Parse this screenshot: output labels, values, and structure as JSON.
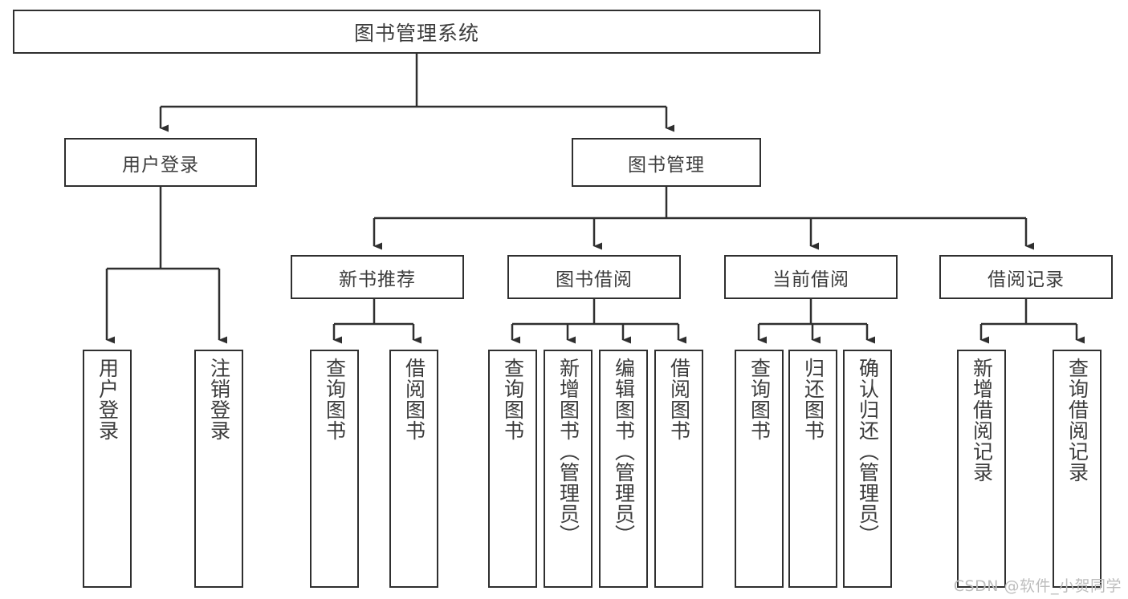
{
  "diagram": {
    "type": "tree",
    "title": "图书管理系统",
    "orientation": "top-down",
    "colors": {
      "stroke": "#2f2f2f",
      "fill": "#ffffff",
      "text": "#3c3c3c",
      "watermark": "#bdbdbd"
    },
    "root": {
      "label": "图书管理系统"
    },
    "level2": [
      {
        "id": "user-login",
        "label": "用户登录"
      },
      {
        "id": "book-management",
        "label": "图书管理"
      }
    ],
    "level3": [
      {
        "id": "new-book-recommend",
        "label": "新书推荐",
        "parent": "book-management"
      },
      {
        "id": "book-borrow",
        "label": "图书借阅",
        "parent": "book-management"
      },
      {
        "id": "current-borrow",
        "label": "当前借阅",
        "parent": "book-management"
      },
      {
        "id": "borrow-record",
        "label": "借阅记录",
        "parent": "book-management"
      }
    ],
    "leaves": [
      {
        "id": "leaf-user-login",
        "label": "用户登录",
        "parent": "user-login"
      },
      {
        "id": "leaf-logout-login",
        "label": "注销登录",
        "parent": "user-login"
      },
      {
        "id": "leaf-query-book-1",
        "label": "查询图书",
        "parent": "new-book-recommend"
      },
      {
        "id": "leaf-borrow-book-1",
        "label": "借阅图书",
        "parent": "new-book-recommend"
      },
      {
        "id": "leaf-query-book-2",
        "label": "查询图书",
        "parent": "book-borrow"
      },
      {
        "id": "leaf-add-book",
        "label": "新增图书（管理员）",
        "parent": "book-borrow"
      },
      {
        "id": "leaf-edit-book",
        "label": "编辑图书（管理员）",
        "parent": "book-borrow"
      },
      {
        "id": "leaf-borrow-book-2",
        "label": "借阅图书",
        "parent": "book-borrow"
      },
      {
        "id": "leaf-query-book-3",
        "label": "查询图书",
        "parent": "current-borrow"
      },
      {
        "id": "leaf-return-book",
        "label": "归还图书",
        "parent": "current-borrow"
      },
      {
        "id": "leaf-confirm-return",
        "label": "确认归还（管理员）",
        "parent": "current-borrow"
      },
      {
        "id": "leaf-add-borrow-record",
        "label": "新增借阅记录",
        "parent": "borrow-record"
      },
      {
        "id": "leaf-query-borrow-record",
        "label": "查询借阅记录",
        "parent": "borrow-record"
      }
    ]
  },
  "watermark": {
    "text": "CSDN @软件_小贺同学"
  }
}
